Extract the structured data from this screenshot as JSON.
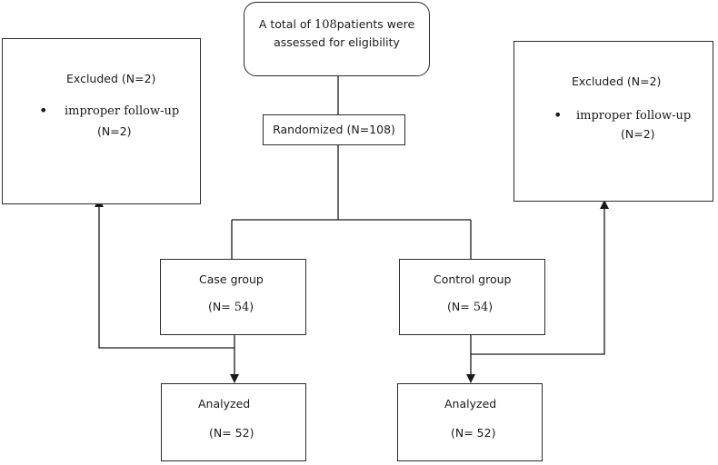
{
  "top_box": {
    "line1_pre": "A total of ",
    "line1_num": "108",
    "line1_post": "patients were",
    "line2": "assessed for eligibility"
  },
  "randomized": {
    "label": "Randomized (N=108)"
  },
  "excluded_left": {
    "title": "Excluded (N=2)",
    "bullet": "improper follow-up",
    "count": "(N=2)"
  },
  "excluded_right": {
    "title": "Excluded (N=2)",
    "bullet": "improper follow-up",
    "count": "(N=2)"
  },
  "case_group": {
    "label": "Case group",
    "n_pre": "(N= ",
    "n_num": "54",
    "n_post": ")"
  },
  "control_group": {
    "label": "Control group",
    "n_pre": "(N= ",
    "n_num": "54",
    "n_post": ")"
  },
  "analyzed_left": {
    "label": "Analyzed",
    "count": "(N= 52)"
  },
  "analyzed_right": {
    "label": "Analyzed",
    "count": "(N= 52)"
  }
}
